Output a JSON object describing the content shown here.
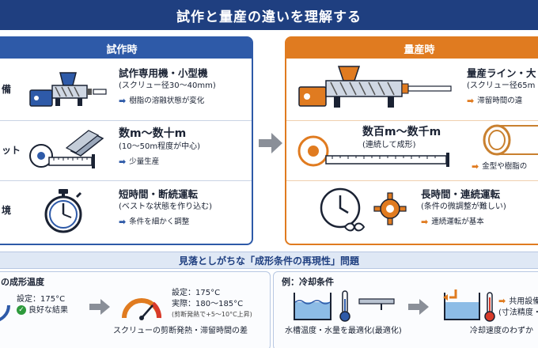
{
  "title": "試作と量産の違いを理解する",
  "proto": {
    "heading": "試作時",
    "rows": [
      {
        "label": "備",
        "main": "試作専用機・小型機",
        "sub": "(スクリュー径30〜40mm)",
        "note": "樹脂の溶融状態が変化"
      },
      {
        "label": "ット",
        "main": "数m〜数十m",
        "sub": "(10〜50m程度が中心)",
        "note": "少量生産"
      },
      {
        "label": "境",
        "main": "短時間・断続運転",
        "sub": "(ベストな状態を作り込む)",
        "note": "条件を細かく調整"
      }
    ]
  },
  "mass": {
    "heading": "量産時",
    "rows": [
      {
        "main": "量産ライン・大",
        "sub": "(スクリュー径65m",
        "note": "滞留時間の違"
      },
      {
        "main": "数百m〜数千m",
        "sub": "(連続して成形)",
        "note": "金型や樹脂の"
      },
      {
        "main": "長時間・連続運転",
        "sub": "(条件の微調整が難しい)",
        "note": "連続運転が基本"
      }
    ]
  },
  "problem": "見落としがちな「成形条件の再現性」問題",
  "left_box": {
    "title": "の成形温度",
    "setting_label": "設定：175°C",
    "good_result": "良好な結果",
    "setting2": "設定：175°C",
    "actual": "実際：180〜185°C",
    "heat_note": "(剪断発熱で+5〜10°C上昇)",
    "caption": "スクリューの剪断発熱・滞留時間の差"
  },
  "right_box": {
    "title": "例：冷却条件",
    "caption1": "水槽温度・水量を最適化(最適化)",
    "shared": "共用設備・冷",
    "precision": "(寸法精度・",
    "caption2": "冷却速度のわずか"
  },
  "colors": {
    "navy": "#1f3f80",
    "blue": "#2e5aa8",
    "orange": "#e07b20",
    "green": "#2e9a3c"
  }
}
